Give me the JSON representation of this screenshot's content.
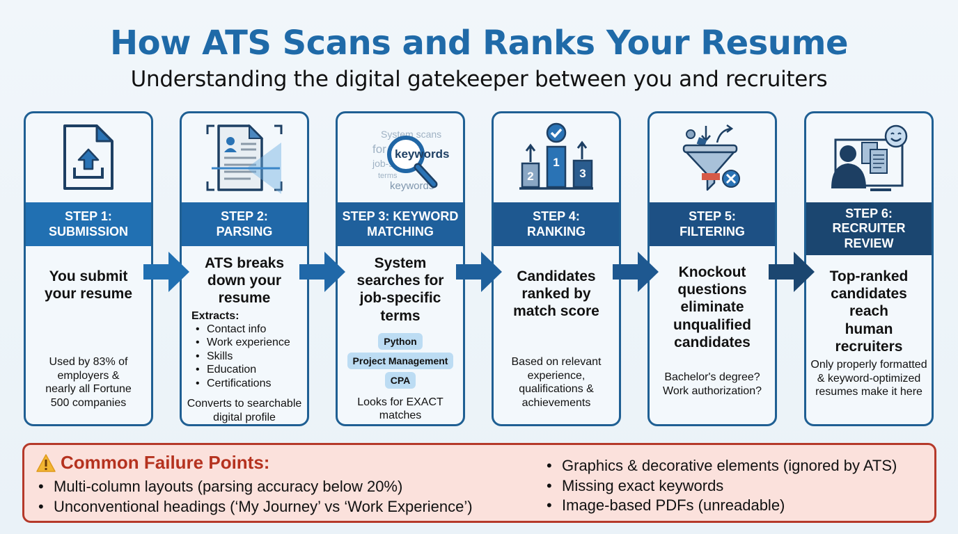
{
  "header": {
    "title": "How ATS Scans and Ranks Your Resume",
    "subtitle": "Understanding the digital gatekeeper between you and recruiters"
  },
  "colors": {
    "title": "#1f6aa8",
    "step1": "#2170b2",
    "step2": "#2068a8",
    "step3": "#1f609c",
    "step4": "#1e5890",
    "step5": "#1d5084",
    "step6": "#1b4670",
    "failure_border": "#b5392a",
    "failure_bg": "#fbe1dc"
  },
  "steps": [
    {
      "label_line1": "STEP 1:",
      "label_line2": "SUBMISSION",
      "icon": "upload-document-icon",
      "lead": "You submit your resume",
      "note": "Used by 83% of employers & nearly all Fortune 500 companies"
    },
    {
      "label_line1": "STEP 2:",
      "label_line2": "PARSING",
      "icon": "scan-document-icon",
      "lead": "ATS breaks down your resume",
      "extracts_label": "Extracts:",
      "extracts": [
        "Contact info",
        "Work experience",
        "Skills",
        "Education",
        "Certifications"
      ],
      "note": "Converts to searchable digital profile"
    },
    {
      "label_line1": "STEP 3: KEYWORD",
      "label_line2": "MATCHING",
      "icon": "magnifier-keywords-icon",
      "icon_words": [
        "System scans",
        "for",
        "keywords",
        "job-specific",
        "terms",
        "keywords"
      ],
      "lead": "System searches for job-specific terms",
      "chips": [
        "Python",
        "Project Management",
        "CPA"
      ],
      "note": "Looks for EXACT matches"
    },
    {
      "label_line1": "STEP 4:",
      "label_line2": "RANKING",
      "icon": "podium-ranking-icon",
      "podium": [
        "2",
        "1",
        "3"
      ],
      "lead": "Candidates ranked by match score",
      "note": "Based on relevant experience, qualifications & achievements"
    },
    {
      "label_line1": "STEP 5:",
      "label_line2": "FILTERING",
      "icon": "funnel-filter-icon",
      "lead": "Knockout questions eliminate unqualified candidates",
      "note": "Bachelor's degree? Work authorization?"
    },
    {
      "label_line1": "STEP 6:",
      "label_line2": "RECRUITER",
      "label_line3": "REVIEW",
      "icon": "recruiter-review-icon",
      "lead": "Top-ranked candidates reach human recruiters",
      "note": "Only properly formatted & keyword-optimized resumes make it here"
    }
  ],
  "failure": {
    "icon": "warning-icon",
    "title": "Common Failure Points:",
    "left": [
      "Multi-column layouts (parsing accuracy below 20%)",
      "Unconventional headings (‘My Journey’ vs ‘Work Experience’)"
    ],
    "right": [
      "Graphics & decorative elements (ignored by ATS)",
      "Missing exact keywords",
      "Image-based PDFs (unreadable)"
    ]
  }
}
